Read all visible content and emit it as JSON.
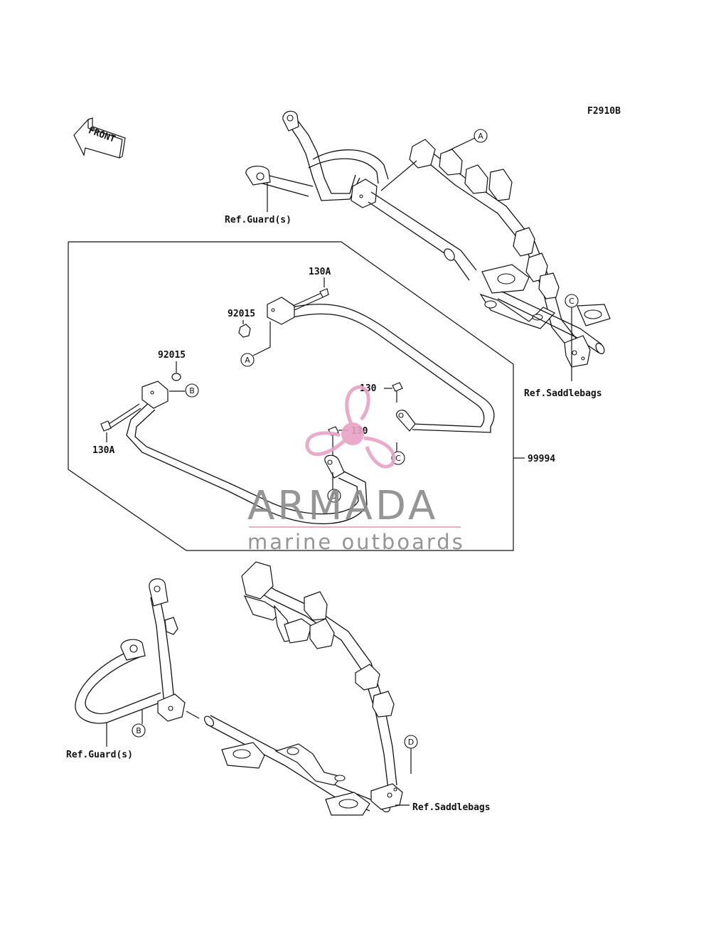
{
  "diagram": {
    "code": "F2910B",
    "front_label": "FRONT",
    "callouts": {
      "top_guard": "Ref.Guard(s)",
      "top_saddlebags": "Ref.Saddlebags",
      "bottom_guard": "Ref.Guard(s)",
      "bottom_saddlebags": "Ref.Saddlebags",
      "kit": "99994",
      "bolt_130a_top": "130A",
      "bolt_130a_left": "130A",
      "nut_92015_top": "92015",
      "nut_92015_left": "92015",
      "bolt_130_top": "130",
      "bolt_130_mid": "130"
    },
    "markers": {
      "a_top": "A",
      "a_kit": "A",
      "b_kit": "B",
      "b_bottom": "B",
      "c_top": "C",
      "c_kit": "C",
      "d_kit": "D",
      "d_bottom": "D"
    }
  },
  "watermark": {
    "brand": "ARMADA",
    "tagline": "marine outboards",
    "color": "#e7a3c4"
  }
}
